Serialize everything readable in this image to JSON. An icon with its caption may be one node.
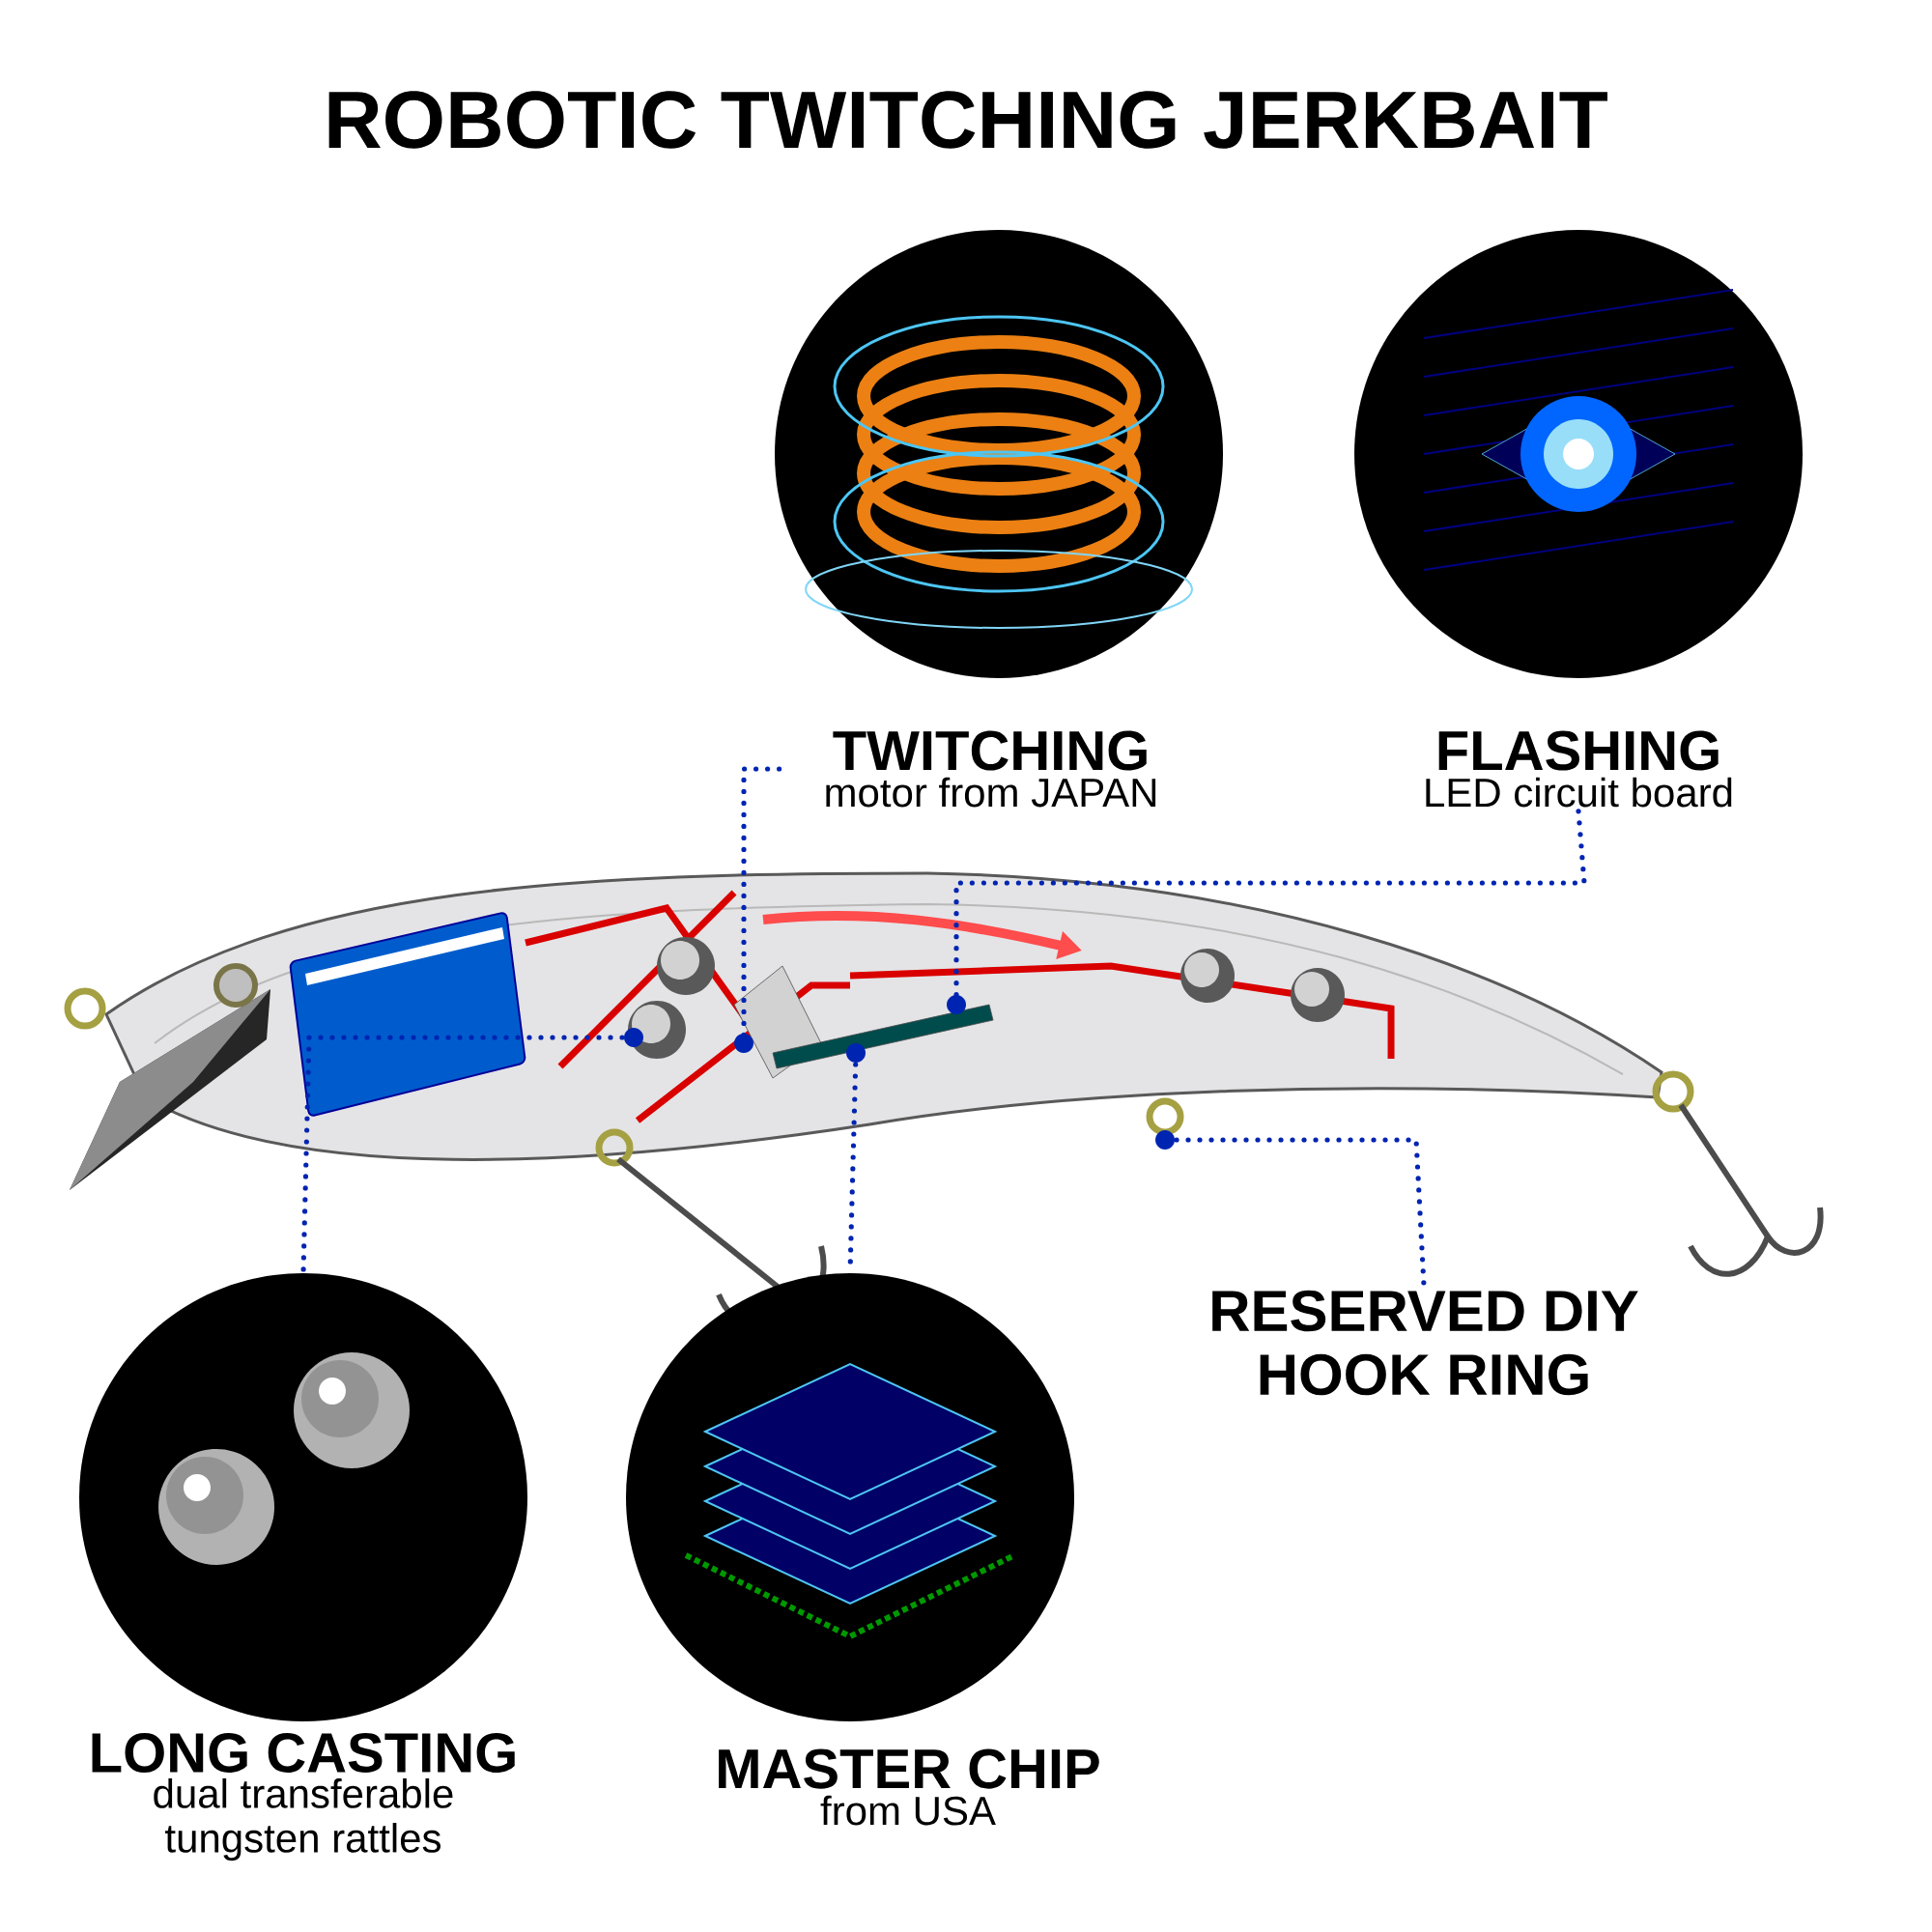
{
  "diagram": {
    "title": "ROBOTIC TWITCHING JERKBAIT",
    "nodes": [
      {
        "text": [],
        "shape": "picture"
      },
      {
        "text": [],
        "shape": "picture"
      },
      {
        "text": [
          "TWITCHING",
          "motor from JAPAN"
        ]
      },
      {
        "text": [
          "FLASHING",
          "LED circuit board"
        ]
      },
      {
        "text": [],
        "shape": "picture"
      },
      {
        "text": [],
        "shape": "picture"
      },
      {
        "text": [
          "LONG CASTING",
          "dual transferable tungsten rattles"
        ]
      },
      {
        "text": [
          "MASTER CHIP",
          "from USA"
        ]
      },
      {
        "text": [
          "RESERVED DIY HOOK RING"
        ]
      }
    ],
    "edges": [
      {
        "from": 2,
        "to": null,
        "arrow": "other"
      },
      {
        "from": 3,
        "to": null,
        "arrow": "other"
      },
      {
        "from": null,
        "to": 4,
        "arrow": "other"
      },
      {
        "from": null,
        "to": 5,
        "arrow": "other"
      },
      {
        "from": null,
        "to": 8,
        "arrow": "other"
      }
    ]
  }
}
